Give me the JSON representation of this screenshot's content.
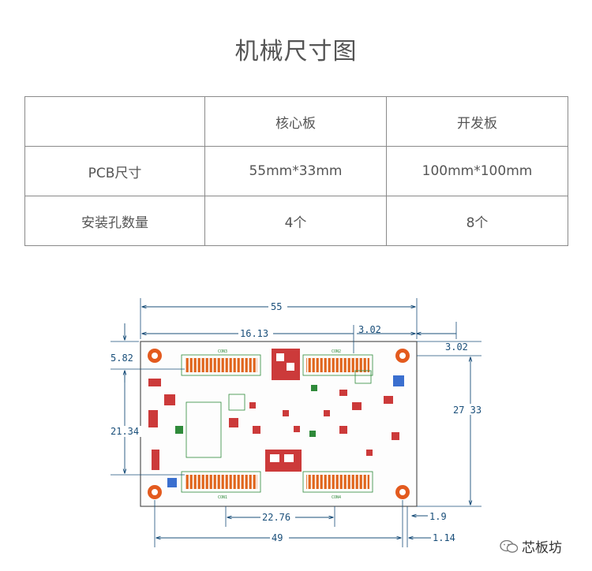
{
  "title": "机械尺寸图",
  "table": {
    "header": [
      "",
      "核心板",
      "开发板"
    ],
    "rows": [
      [
        "PCB尺寸",
        "55mm*33mm",
        "100mm*100mm"
      ],
      [
        "安装孔数量",
        "4个",
        "8个"
      ]
    ]
  },
  "drawing": {
    "dimensions": {
      "overall_width": "55",
      "left_to_connector": "16.13",
      "right_offset_top": "3.02",
      "right_offset_side": "3.02",
      "height_label": "27 33",
      "top_offset": "5.82",
      "left_height": "21.34",
      "bottom_connector": "22.76",
      "bottom_width": "49",
      "bottom_right_1": "1.9",
      "bottom_right_2": "1.14"
    },
    "connector_labels": {
      "con1": "CON3",
      "con2": "CON2",
      "con3": "CON1",
      "con4": "CON4"
    }
  },
  "watermark": {
    "text": "芯板坊"
  },
  "colors": {
    "dimension": "#1a4f7a",
    "pad_copper": "#e0651c",
    "silkscreen": "#2f8a3a",
    "hole_ring": "#e35a1e"
  }
}
